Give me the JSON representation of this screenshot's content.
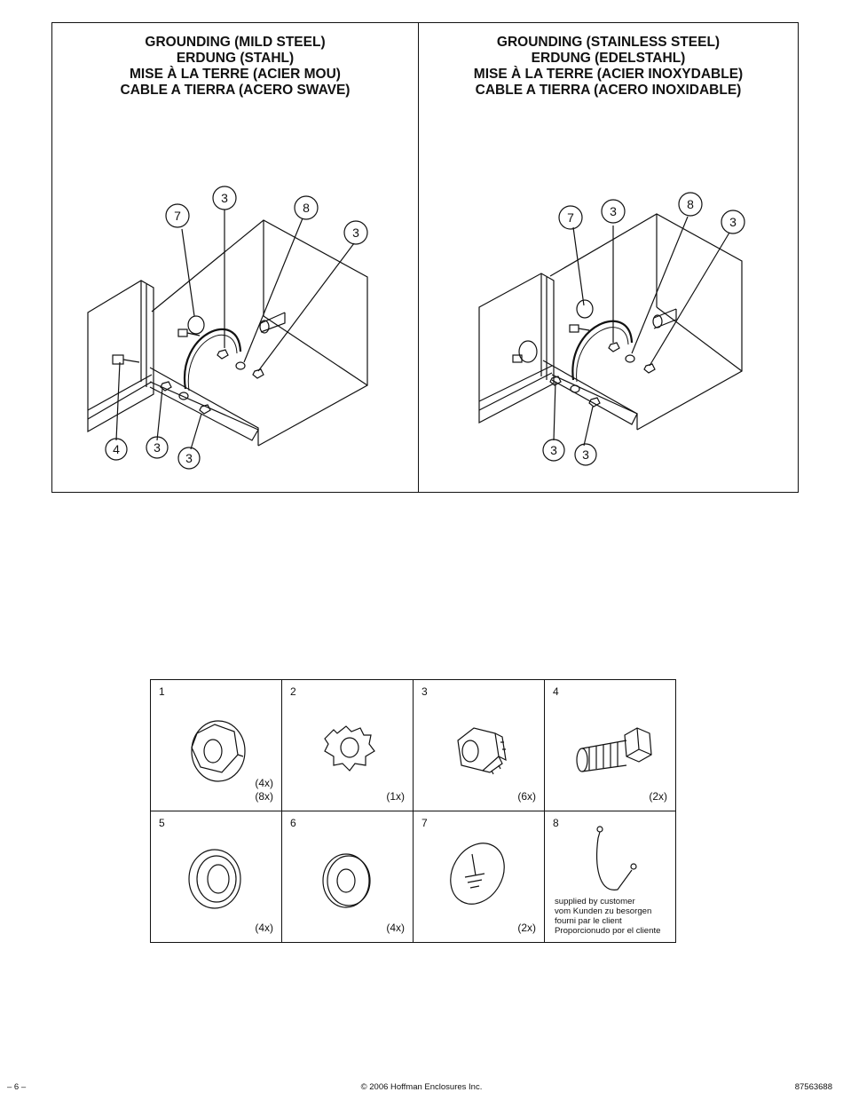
{
  "panels": {
    "left": {
      "title_lines": [
        "GROUNDING (MILD STEEL)",
        "ERDUNG (STAHL)",
        "MISE À LA TERRE (ACIER MOU)",
        "CABLE A TIERRA (ACERO SWAVE)"
      ],
      "callouts": [
        "7",
        "3",
        "8",
        "3",
        "4",
        "3",
        "3"
      ]
    },
    "right": {
      "title_lines": [
        "GROUNDING (STAINLESS STEEL)",
        "ERDUNG (EDELSTAHL)",
        "MISE À LA TERRE (ACIER INOXYDABLE)",
        "CABLE A TIERRA (ACERO INOXIDABLE)"
      ],
      "callouts": [
        "7",
        "3",
        "8",
        "3",
        "3",
        "3"
      ]
    }
  },
  "parts": [
    {
      "num": "1",
      "qty": [
        "(4x)",
        "(8x)"
      ],
      "icon": "flange-nut-icon"
    },
    {
      "num": "2",
      "qty": [
        "(1x)"
      ],
      "icon": "lock-washer-icon"
    },
    {
      "num": "3",
      "qty": [
        "(6x)"
      ],
      "icon": "kep-nut-icon"
    },
    {
      "num": "4",
      "qty": [
        "(2x)"
      ],
      "icon": "hex-bolt-icon"
    },
    {
      "num": "5",
      "qty": [
        "(4x)"
      ],
      "icon": "sealing-washer-icon"
    },
    {
      "num": "6",
      "qty": [
        "(4x)"
      ],
      "icon": "flat-washer-icon"
    },
    {
      "num": "7",
      "qty": [
        "(2x)"
      ],
      "icon": "ground-label-icon"
    },
    {
      "num": "8",
      "qty": [],
      "icon": "ground-strap-icon",
      "note": [
        "supplied by customer",
        "vom Kunden zu besorgen",
        "fourni par le client",
        "Proporcionudo por el cliente"
      ]
    }
  ],
  "footer": {
    "page": "– 6 –",
    "copyright": "© 2006 Hoffman Enclosures Inc.",
    "doc_number": "87563688"
  }
}
